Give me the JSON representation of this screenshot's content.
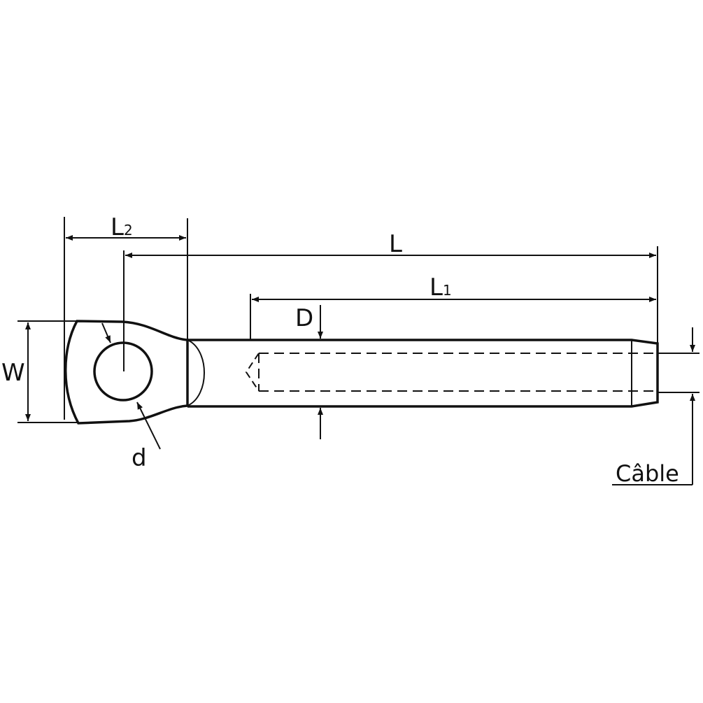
{
  "labels": {
    "L2": {
      "main": "L",
      "sub": "2"
    },
    "L": "L",
    "L1": {
      "main": "L",
      "sub": "1"
    },
    "D": "D",
    "W": "W",
    "d": "d",
    "cable": "Câble"
  },
  "colors": {
    "line": "#111111",
    "background": "#ffffff"
  }
}
